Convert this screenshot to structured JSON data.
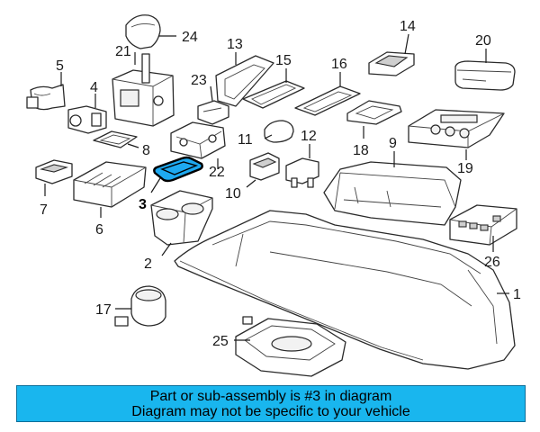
{
  "colors": {
    "highlight": "#1ea9f0",
    "banner_background": "#19b6ee",
    "outline": "#2a2a2a"
  },
  "banner": {
    "line1": "Part or sub-assembly is #3 in diagram",
    "line2": "Diagram may not be specific to your vehicle"
  },
  "highlighted_part": "3",
  "callouts": {
    "c1": "1",
    "c2": "2",
    "c3": "3",
    "c4": "4",
    "c5": "5",
    "c6": "6",
    "c7": "7",
    "c8": "8",
    "c9": "9",
    "c10": "10",
    "c11": "11",
    "c12": "12",
    "c13": "13",
    "c14": "14",
    "c15": "15",
    "c16": "16",
    "c17": "17",
    "c18": "18",
    "c19": "19",
    "c20": "20",
    "c21": "21",
    "c22": "22",
    "c23": "23",
    "c24": "24",
    "c25": "25",
    "c26": "26"
  }
}
